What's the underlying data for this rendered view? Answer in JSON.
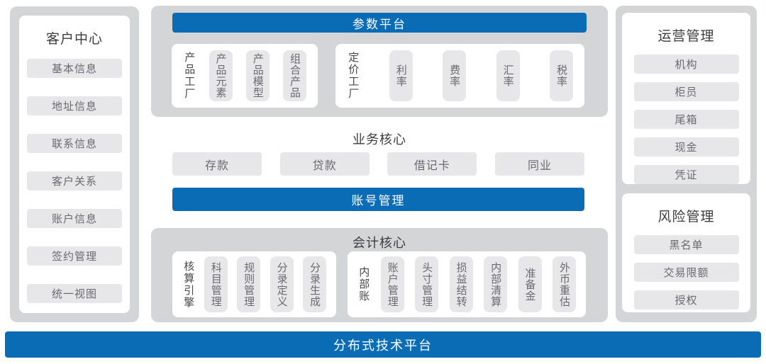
{
  "colors": {
    "accent_blue": "#0a6cb5",
    "container_gray": "#d4d5d7",
    "chip_gray": "#e7e7e9",
    "title_text": "#3d3d40",
    "chip_text": "#6a6a6f",
    "bar_text": "#ffffff"
  },
  "left_panel": {
    "title": "客户中心",
    "items": [
      "基本信息",
      "地址信息",
      "联系信息",
      "客户关系",
      "账户信息",
      "签约管理",
      "统一视图"
    ]
  },
  "center": {
    "param_platform": {
      "header": "参数平台",
      "groups": [
        {
          "label": "产品工厂",
          "items": [
            "产品元素",
            "产品模型",
            "组合产品"
          ]
        },
        {
          "label": "定价工厂",
          "items": [
            "利率",
            "费率",
            "汇率",
            "税率"
          ]
        }
      ]
    },
    "business_core": {
      "title": "业务核心",
      "items": [
        "存款",
        "贷款",
        "借记卡",
        "同业"
      ]
    },
    "account_bar": "账号管理",
    "accounting_core": {
      "title": "会计核心",
      "groups": [
        {
          "label": "核算引擎",
          "items": [
            "科目管理",
            "规则管理",
            "分录定义",
            "分录生成"
          ]
        },
        {
          "label": "内部账",
          "items": [
            "账户管理",
            "头寸管理",
            "损益结转",
            "内部清算",
            "准备金",
            "外币重估"
          ]
        }
      ]
    }
  },
  "right_panel": {
    "sections": [
      {
        "title": "运营管理",
        "items": [
          "机构",
          "柜员",
          "尾箱",
          "现金",
          "凭证"
        ]
      },
      {
        "title": "风险管理",
        "items": [
          "黑名单",
          "交易限额",
          "授权"
        ]
      }
    ]
  },
  "bottom_bar": "分布式技术平台"
}
